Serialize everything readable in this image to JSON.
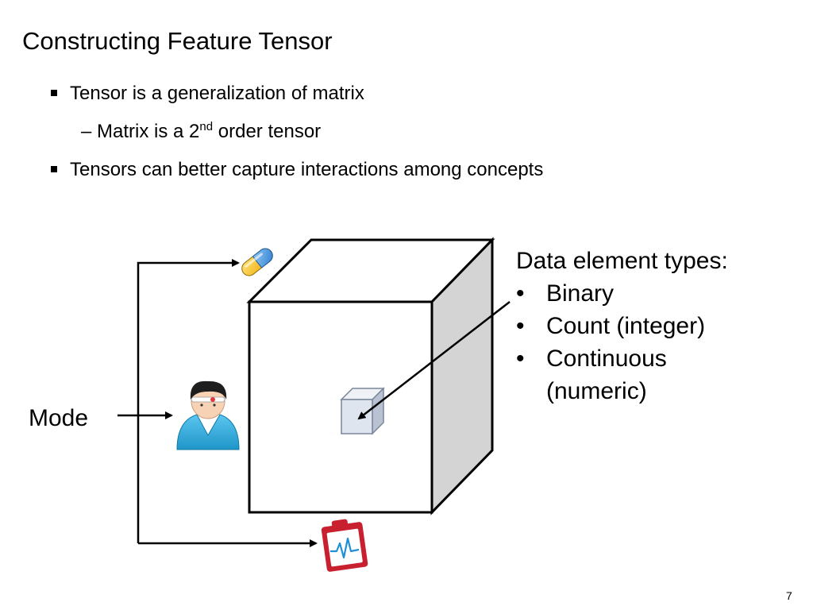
{
  "slide": {
    "title": "Constructing Feature Tensor",
    "bullets": [
      "Tensor is a generalization of matrix",
      "Tensors can better capture interactions among concepts"
    ],
    "sub_bullet": {
      "dash": "–",
      "pre": "Matrix is a 2",
      "sup": "nd",
      "post": "order tensor"
    },
    "page_number": "7"
  },
  "diagram": {
    "mode_label": "Mode",
    "types_title": "Data element types:",
    "bullet_char": "•",
    "types": [
      "Binary",
      "Count (integer)",
      "Continuous (numeric)"
    ],
    "icons": [
      "pill-icon",
      "patient-icon",
      "clipboard-ecg-icon"
    ]
  }
}
